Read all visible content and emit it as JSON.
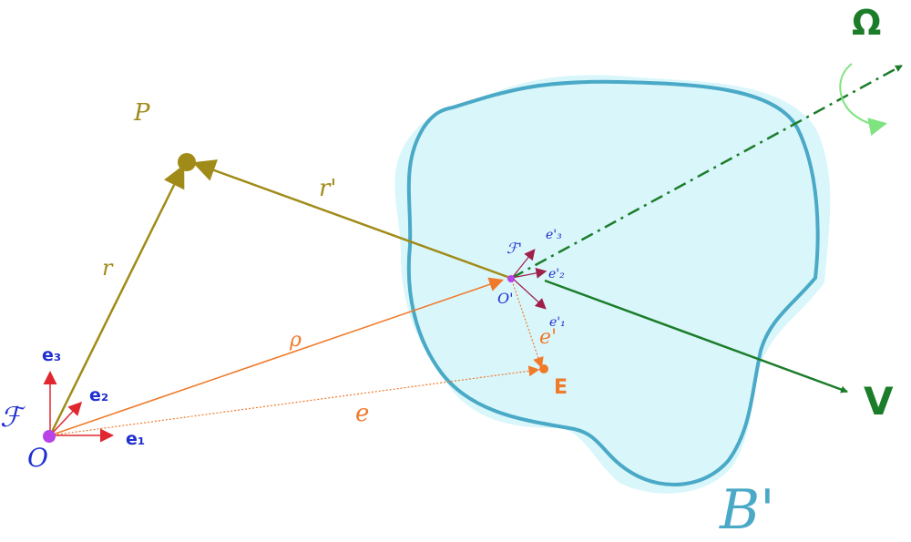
{
  "colors": {
    "body_fill": "#d9f6fb",
    "body_stroke": "#4aa9c6",
    "point_p": "#a08b18",
    "vector_r": "#a08b18",
    "vector_rho": "#f07a2a",
    "basis_vectors": "#e0262f",
    "basis_moving": "#a0204a",
    "frame_labels": "#1f2fd0",
    "origin_points": "#b744e6",
    "velocity": "#1b7d2a",
    "omega": "#1b7d2a",
    "rotation_arrow": "#7fe37f",
    "body_label": "#4aa9c6"
  },
  "labels": {
    "P": "P",
    "r": "r",
    "r_prime": "r'",
    "rho": "ρ",
    "e_vec": "e",
    "e_prime": "e'",
    "E": "E",
    "O": "O",
    "O_prime": "O'",
    "F": "ℱ",
    "F_prime": "ℱ'",
    "e1": "e₁",
    "e2": "e₂",
    "e3": "e₃",
    "e1_prime": "e'₁",
    "e2_prime": "e'₂",
    "e3_prime": "e'₃",
    "V": "V",
    "Omega": "Ω",
    "B_prime": "B'"
  }
}
